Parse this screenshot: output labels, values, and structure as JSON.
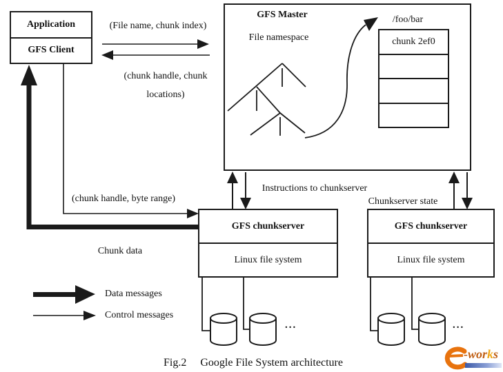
{
  "client": {
    "app_label": "Application",
    "client_label": "GFS Client"
  },
  "master": {
    "title": "GFS Master",
    "namespace_label": "File namespace",
    "path_label": "/foo/bar",
    "chunk_rows": [
      "chunk 2ef0",
      "",
      "",
      ""
    ]
  },
  "edges": {
    "file_name_chunk_index": "(File name, chunk index)",
    "chunk_handle_locations_line1": "(chunk handle, chunk",
    "chunk_handle_locations_line2": "locations)",
    "chunk_handle_byte_range": "(chunk handle, byte range)",
    "chunk_data": "Chunk data",
    "instructions": "Instructions to chunkserver",
    "chunkserver_state": "Chunkserver state"
  },
  "chunkservers": [
    {
      "title": "GFS chunkserver",
      "fs_label": "Linux file system",
      "ellipsis": "..."
    },
    {
      "title": "GFS chunkserver",
      "fs_label": "Linux file system",
      "ellipsis": "..."
    }
  ],
  "legend": {
    "data_label": "Data messages",
    "control_label": "Control messages"
  },
  "caption": {
    "fig": "Fig.2",
    "title": "Google File System architecture"
  },
  "logo": {
    "e": "e",
    "prefix": "-wor",
    "k": "k",
    "s": "s",
    "colors": {
      "orange": "#e8730e",
      "text_orange": "#c05f14",
      "yellow": "#f0a818",
      "bar_blue": "#3c5aa8"
    }
  },
  "colors": {
    "ink": "#1a1a1a",
    "background": "#ffffff"
  }
}
